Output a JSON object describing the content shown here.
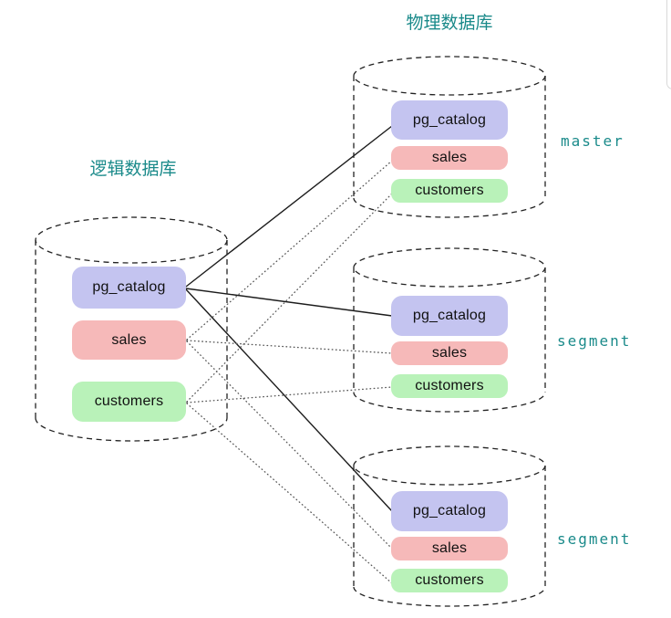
{
  "titles": {
    "logical": "逻辑数据库",
    "physical": "物理数据库"
  },
  "logical_db": {
    "tables": [
      "pg_catalog",
      "sales",
      "customers"
    ]
  },
  "physical_nodes": [
    {
      "label": "master",
      "tables": [
        "pg_catalog",
        "sales",
        "customers"
      ]
    },
    {
      "label": "segment",
      "tables": [
        "pg_catalog",
        "sales",
        "customers"
      ]
    },
    {
      "label": "segment",
      "tables": [
        "pg_catalog",
        "sales",
        "customers"
      ]
    }
  ],
  "connections": [
    {
      "from": "logical.pg_catalog",
      "to": "master.pg_catalog",
      "style": "solid"
    },
    {
      "from": "logical.pg_catalog",
      "to": "segment1.pg_catalog",
      "style": "solid"
    },
    {
      "from": "logical.pg_catalog",
      "to": "segment2.pg_catalog",
      "style": "solid"
    },
    {
      "from": "logical.sales",
      "to": "master.sales",
      "style": "dotted"
    },
    {
      "from": "logical.sales",
      "to": "segment1.sales",
      "style": "dotted"
    },
    {
      "from": "logical.sales",
      "to": "segment2.sales",
      "style": "dotted"
    },
    {
      "from": "logical.customers",
      "to": "master.customers",
      "style": "dotted"
    },
    {
      "from": "logical.customers",
      "to": "segment1.customers",
      "style": "dotted"
    },
    {
      "from": "logical.customers",
      "to": "segment2.customers",
      "style": "dotted"
    }
  ],
  "colors": {
    "pg_catalog_fill": "#c4c4f0",
    "sales_fill": "#f6b9b9",
    "customers_fill": "#b9f2b9",
    "label_teal": "#1a8a8a",
    "solid_line": "#1c1c1c",
    "dotted_line": "#555555"
  }
}
